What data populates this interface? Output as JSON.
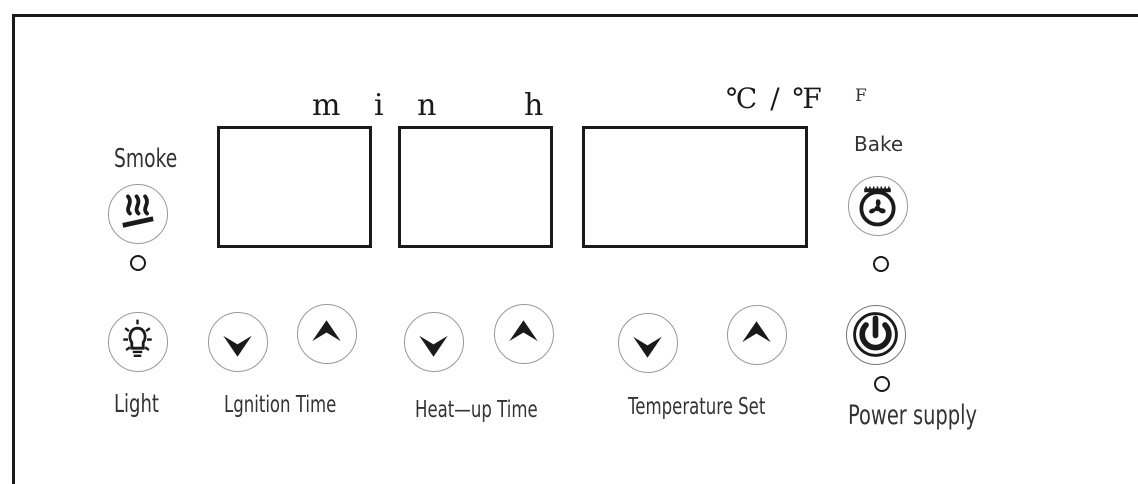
{
  "units": {
    "ignition": "m i n",
    "heatup": "h",
    "temperature": "℃ / ℉",
    "fahrenheit": "F"
  },
  "labels": {
    "smoke": "Smoke",
    "bake": "Bake",
    "light": "Light",
    "ignition_time": "Lgnition Time",
    "heatup_time": "Heat—up Time",
    "temperature_set": "Temperature Set",
    "power_supply": "Power supply"
  },
  "icons": {
    "smoke": "smoke-icon",
    "bake": "fan-icon",
    "light": "light-bulb-icon",
    "power": "power-icon",
    "down": "chevron-down-icon",
    "up": "chevron-up-icon"
  },
  "colors": {
    "ink": "#1a1a1a",
    "button_border": "#999999"
  }
}
